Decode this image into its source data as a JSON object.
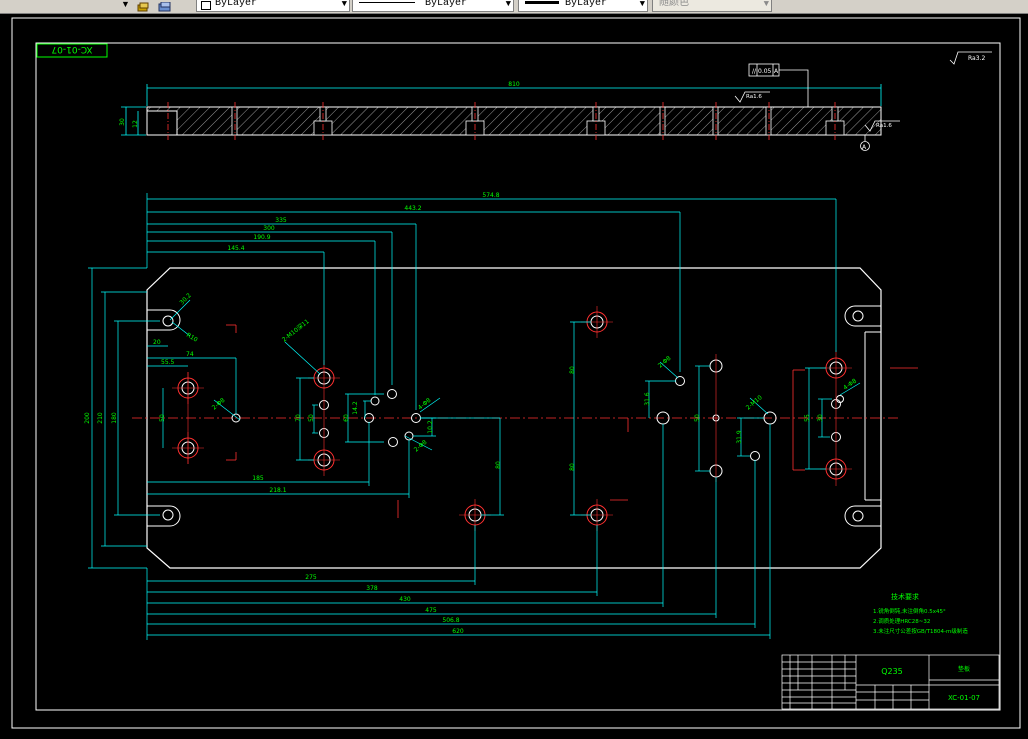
{
  "toolbar": {
    "layer_dropdown": "ByLayer",
    "linetype_dropdown": "ByLayer",
    "lineweight_dropdown": "ByLayer",
    "plotstyle_dropdown": "随颜色"
  },
  "drawing": {
    "number_tag": "XC-01-07",
    "roughness_global": "Ra3.2",
    "tolerance_box": "0.05",
    "datum": "A",
    "roughness_top": "Ra1.6",
    "roughness_side": "Ra1.6",
    "section_overall_width": "810",
    "section_height": "30",
    "section_step": "12",
    "top_dims": [
      "574.8",
      "443.2",
      "335",
      "300",
      "190.9",
      "145.4"
    ],
    "left_dims": [
      "200",
      "210",
      "180",
      "30.2",
      "20",
      "R10",
      "55.5",
      "74",
      "50"
    ],
    "bottom_dims": [
      "185",
      "218.1",
      "275",
      "378",
      "430",
      "475",
      "506.8",
      "620"
    ],
    "center_dims": [
      "70",
      "50",
      "60",
      "80",
      "80",
      "80",
      "14.2",
      "10.2",
      "31.6",
      "50",
      "31.9",
      "55",
      "30"
    ],
    "hole_callouts": [
      "2-Φ8",
      "2-M10深11",
      "4-Φ8",
      "2-Φ8",
      "2-M10",
      "4-Φ8"
    ],
    "tech_notes": {
      "title": "技术要求",
      "lines": [
        "1.锐角倒钝,未注倒角0.5x45°",
        "2.调质处理HRC28~32",
        "3.未注尺寸公差按GB/T1804-m级制造"
      ]
    },
    "title_block": {
      "material": "Q235",
      "part_name": "垫板",
      "drawing_number": "XC-01-07"
    }
  }
}
